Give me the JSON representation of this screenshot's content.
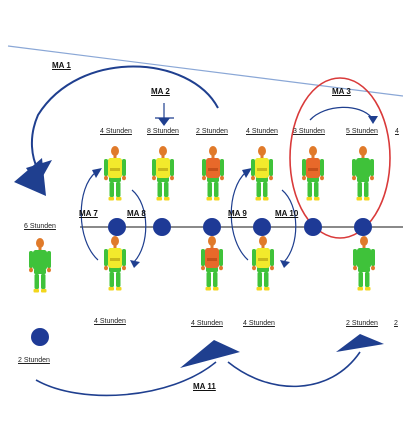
{
  "colors": {
    "arrow_blue": "#1f3f8f",
    "node_blue": "#1e3a96",
    "line_gray": "#444444",
    "highlight_red": "#d93a3a",
    "top_line": "#8aa7d6",
    "body_green": "#3fc23a",
    "body_yellow": "#f2ea2c",
    "body_orange": "#e8692a",
    "head_orange": "#e07a2a",
    "foot_yellow": "#f2d61c"
  },
  "ma_labels": {
    "ma1": "MA 1",
    "ma2": "MA 2",
    "ma3": "MA 3",
    "ma7": "MA 7",
    "ma8": "MA 8",
    "ma9": "MA 9",
    "ma10": "MA 10",
    "ma11": "MA 11"
  },
  "hour_labels": {
    "top_1": "4 Stunden",
    "top_2": "8 Stunden",
    "top_3": "2 Stunden",
    "top_4": "4 Stunden",
    "top_5": "3 Stunden",
    "top_6": "5 Stunden",
    "top_7": "4",
    "left": "6 Stunden",
    "left_bottom": "2 Stunden",
    "bottom_1": "4 Stunden",
    "bottom_2": "4 Stunden",
    "bottom_3": "4 Stunden",
    "bottom_4": "2 Stunden",
    "bottom_5": "2"
  },
  "figures": {
    "top_1": "yellow",
    "top_2": "yellow",
    "top_3": "orange",
    "top_4": "yellow",
    "top_5": "orange",
    "top_6": "green",
    "left": "green",
    "bottom_1": "yellow",
    "bottom_2": "orange",
    "bottom_3": "yellow",
    "bottom_4": "green"
  }
}
